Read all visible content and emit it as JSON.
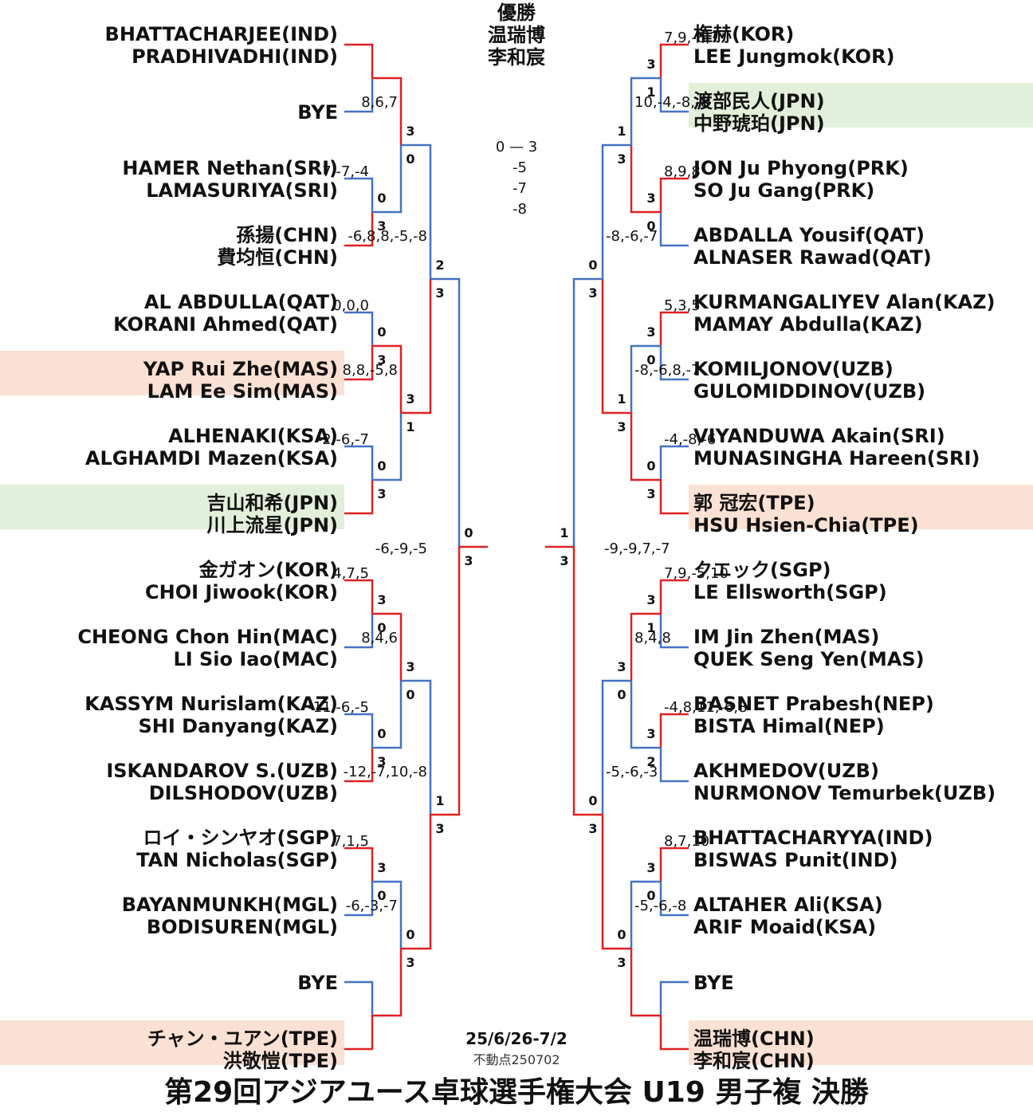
{
  "title": "第29回アジアユース卓球選手権大会 U19 男子複 決勝",
  "date": "25/6/26-7/2",
  "update": "不動点250702",
  "champion": {
    "label": "優勝",
    "players": [
      "温瑞博",
      "李和宸"
    ]
  },
  "final_score": {
    "result": "0 — 3",
    "games": [
      "-5",
      "-7",
      "-8"
    ]
  },
  "colors": {
    "winner_line": "#e02020",
    "loser_line": "#4472c4",
    "japan_highlight": "#e2efda",
    "medal_highlight": "#fbe1d3"
  },
  "left": {
    "players": [
      [
        "BHATTACHARJEE(IND)",
        "PRADHIVADHI(IND)"
      ],
      [
        "BYE"
      ],
      [
        "HAMER Nethan(SRI)",
        "LAMASURIYA(SRI)"
      ],
      [
        "孫揚(CHN)",
        "費均恒(CHN)"
      ],
      [
        "AL ABDULLA(QAT)",
        "KORANI Ahmed(QAT)"
      ],
      [
        "YAP Rui Zhe(MAS)",
        "LAM Ee Sim(MAS)"
      ],
      [
        "ALHENAKI(KSA)",
        "ALGHAMDI Mazen(KSA)"
      ],
      [
        "吉山和希(JPN)",
        "川上流星(JPN)"
      ],
      [
        "金ガオン(KOR)",
        "CHOI Jiwook(KOR)"
      ],
      [
        "CHEONG Chon Hin(MAC)",
        "LI Sio Iao(MAC)"
      ],
      [
        "KASSYM Nurislam(KAZ)",
        "SHI Danyang(KAZ)"
      ],
      [
        "ISKANDAROV S.(UZB)",
        "DILSHODOV(UZB)"
      ],
      [
        "ロイ・シンヤオ(SGP)",
        "TAN Nicholas(SGP)"
      ],
      [
        "BAYANMUNKH(MGL)",
        "BODISUREN(MGL)"
      ],
      [
        "BYE"
      ],
      [
        "チャン・ユアン(TPE)",
        "洪敬愷(TPE)"
      ]
    ],
    "r1": [
      {
        "a": "",
        "b": "",
        "games": ""
      },
      {
        "a": "0",
        "b": "3",
        "games": "-7,-7,-4"
      },
      {
        "a": "0",
        "b": "3",
        "games": "0,0,0"
      },
      {
        "a": "0",
        "b": "3",
        "games": "-2,-6,-7"
      },
      {
        "a": "3",
        "b": "0",
        "games": "4,7,5"
      },
      {
        "a": "0",
        "b": "3",
        "games": "-11,-6,-5"
      },
      {
        "a": "3",
        "b": "0",
        "games": "7,1,5"
      },
      {
        "a": "",
        "b": "",
        "games": ""
      }
    ],
    "r2": [
      {
        "a": "3",
        "b": "0",
        "games": "8,6,7"
      },
      {
        "a": "3",
        "b": "1",
        "games": "8,8,-5,8"
      },
      {
        "a": "3",
        "b": "0",
        "games": "8,4,6"
      },
      {
        "a": "0",
        "b": "3",
        "games": "-6,-3,-7"
      }
    ],
    "qf": [
      {
        "a": "2",
        "b": "3",
        "games": "-6,8,8,-5,-8"
      },
      {
        "a": "1",
        "b": "3",
        "games": "-12,-7,10,-8"
      }
    ],
    "sf": {
      "a": "0",
      "b": "3",
      "games": "-6,-9,-5"
    }
  },
  "right": {
    "players": [
      [
        "権赫(KOR)",
        "LEE Jungmok(KOR)"
      ],
      [
        "渡部民人(JPN)",
        "中野琥珀(JPN)"
      ],
      [
        "JON Ju Phyong(PRK)",
        "SO Ju Gang(PRK)"
      ],
      [
        "ABDALLA Yousif(QAT)",
        "ALNASER Rawad(QAT)"
      ],
      [
        "KURMANGALIYEV Alan(KAZ)",
        "MAMAY Abdulla(KAZ)"
      ],
      [
        "KOMILJONOV(UZB)",
        "GULOMIDDINOV(UZB)"
      ],
      [
        "VIYANDUWA Akain(SRI)",
        "MUNASINGHA Hareen(SRI)"
      ],
      [
        "郭 冠宏(TPE)",
        "HSU Hsien-Chia(TPE)"
      ],
      [
        "クエック(SGP)",
        "LE Ellsworth(SGP)"
      ],
      [
        "IM Jin Zhen(MAS)",
        "QUEK Seng Yen(MAS)"
      ],
      [
        "BASNET Prabesh(NEP)",
        "BISTA Himal(NEP)"
      ],
      [
        "AKHMEDOV(UZB)",
        "NURMONOV Temurbek(UZB)"
      ],
      [
        "BHATTACHARYYA(IND)",
        "BISWAS Punit(IND)"
      ],
      [
        "ALTAHER Ali(KSA)",
        "ARIF Moaid(KSA)"
      ],
      [
        "BYE"
      ],
      [
        "温瑞博(CHN)",
        "李和宸(CHN)"
      ]
    ],
    "r1": [
      {
        "a": "3",
        "b": "1",
        "games": "7,9,-6,7"
      },
      {
        "a": "3",
        "b": "0",
        "games": "8,9,8"
      },
      {
        "a": "3",
        "b": "0",
        "games": "5,3,5"
      },
      {
        "a": "0",
        "b": "3",
        "games": "-4,-8,-6"
      },
      {
        "a": "3",
        "b": "1",
        "games": "7,9,-5,10"
      },
      {
        "a": "3",
        "b": "2",
        "games": "-4,8,11,-6,8"
      },
      {
        "a": "3",
        "b": "0",
        "games": "8,7,10"
      },
      {
        "a": "",
        "b": "",
        "games": ""
      }
    ],
    "r2": [
      {
        "a": "1",
        "b": "3",
        "games": "10,-4,-8,-8"
      },
      {
        "a": "1",
        "b": "3",
        "games": "-8,-6,8,-7"
      },
      {
        "a": "3",
        "b": "0",
        "games": "8,4,8"
      },
      {
        "a": "0",
        "b": "3",
        "games": "-5,-6,-8"
      }
    ],
    "qf": [
      {
        "a": "0",
        "b": "3",
        "games": "-8,-6,-7"
      },
      {
        "a": "0",
        "b": "3",
        "games": "-5,-6,-3"
      }
    ],
    "sf": {
      "a": "1",
      "b": "3",
      "games": "-9,-9,7,-7"
    }
  }
}
